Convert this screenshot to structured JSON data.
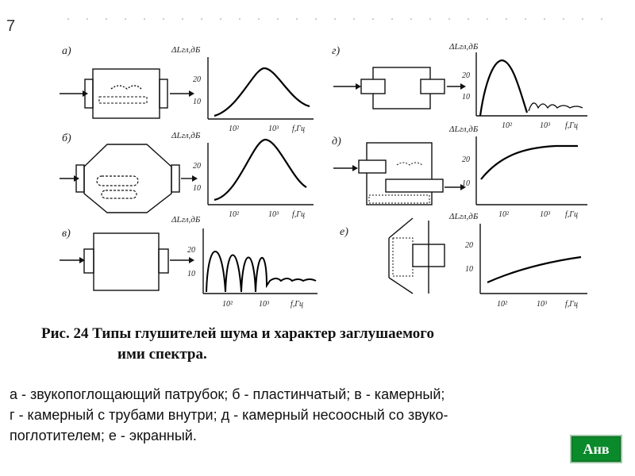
{
  "slide_number": "7",
  "figure": {
    "panels": [
      {
        "letter": "а)",
        "ylabel": "ΔLгл,дБ",
        "yticks": [
          "20",
          "10"
        ],
        "xticks": [
          "10²",
          "10³",
          "f,Гц"
        ]
      },
      {
        "letter": "г)",
        "ylabel": "ΔLгл,дБ",
        "yticks": [
          "20",
          "10"
        ],
        "xticks": [
          "10²",
          "10³",
          "f,Гц"
        ]
      },
      {
        "letter": "б)",
        "ylabel": "ΔLгл,дБ",
        "yticks": [
          "20",
          "10"
        ],
        "xticks": [
          "10²",
          "10³",
          "f,Гц"
        ]
      },
      {
        "letter": "д)",
        "ylabel": "ΔLгл,дБ",
        "yticks": [
          "20",
          "10"
        ],
        "xticks": [
          "10²",
          "10³",
          "f,Гц"
        ]
      },
      {
        "letter": "в)",
        "ylabel": "ΔLгл,дБ",
        "yticks": [
          "20",
          "10"
        ],
        "xticks": [
          "10²",
          "10³",
          "f,Гц"
        ]
      },
      {
        "letter": "е)",
        "ylabel": "ΔLгл,дБ",
        "yticks": [
          "20",
          "10"
        ],
        "xticks": [
          "10²",
          "10³",
          "f,Гц"
        ]
      }
    ]
  },
  "caption": {
    "title_line1": "Рис. 24  Типы глушителей шума и характер заглушаемого",
    "title_line2": "ими спектра.",
    "body_lines": [
      "а - звукопоглощающий патрубок; б - пластинчатый; в - камерный;",
      "г - камерный с трубами внутри; д - камерный несоосный со звуко-",
      "поглотителем; е - экранный."
    ]
  },
  "nav_button": {
    "label": "Анв",
    "color": "#0a8a2a"
  }
}
